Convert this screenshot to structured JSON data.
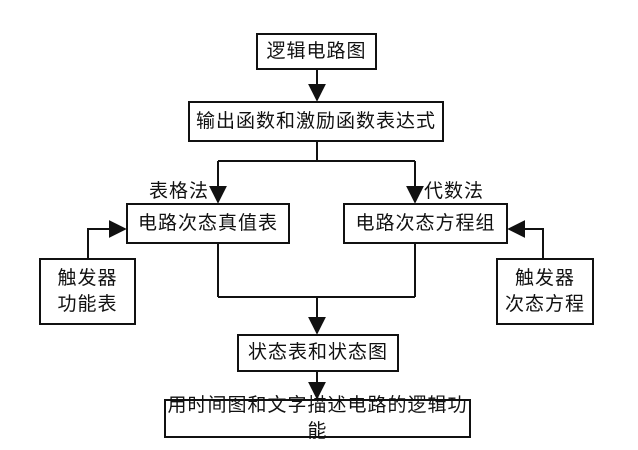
{
  "nodes": {
    "logic_circuit": "逻辑电路图",
    "output_excitation": "输出函数和激励函数表达式",
    "truth_table": "电路次态真值表",
    "next_state_equations": "电路次态方程组",
    "ff_function_table": {
      "line1": "触发器",
      "line2": "功能表"
    },
    "ff_next_state_eq": {
      "line1": "触发器",
      "line2": "次态方程"
    },
    "state_table_diagram": "状态表和状态图",
    "description": "用时间图和文字描述电路的逻辑功能"
  },
  "edge_labels": {
    "table_method": "表格法",
    "algebra_method": "代数法"
  }
}
